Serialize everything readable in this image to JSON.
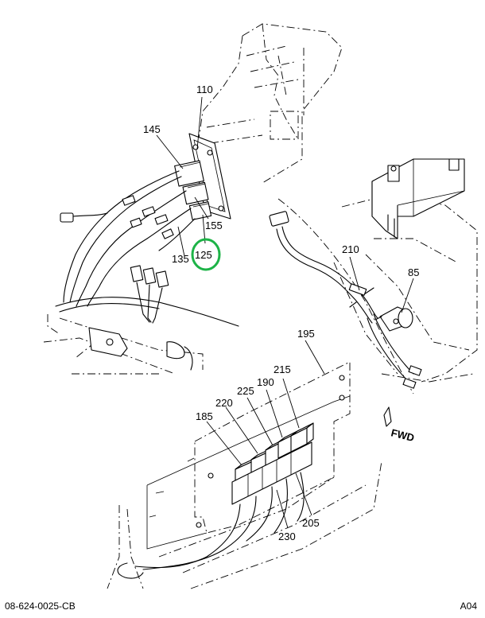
{
  "callouts": {
    "c110": "110",
    "c145": "145",
    "c155": "155",
    "c125": "125",
    "c135": "135",
    "c210": "210",
    "c85": "85",
    "c195": "195",
    "c215": "215",
    "c190": "190",
    "c225": "225",
    "c220": "220",
    "c185": "185",
    "c205": "205",
    "c230": "230"
  },
  "highlight": {
    "callout": "125",
    "color": "#1db347"
  },
  "direction_marker": {
    "label": "FWD"
  },
  "footer": {
    "drawing_number": "08-624-0025-CB",
    "sheet_code": "A04"
  }
}
